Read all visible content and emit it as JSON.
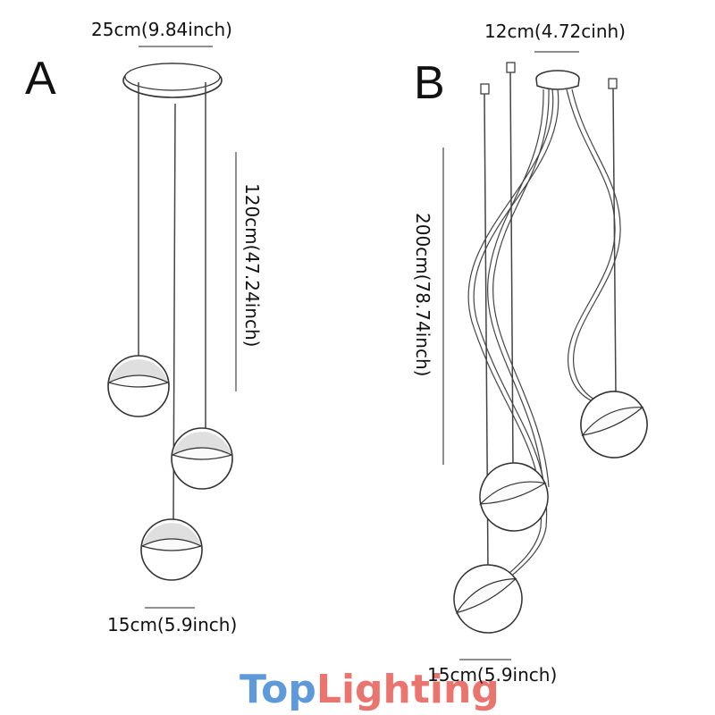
{
  "model_a": {
    "letter": "A",
    "canopy_diameter": "25cm(9.84inch)",
    "cord_length": "120cm(47.24inch)",
    "shade_diameter": "15cm(5.9inch)"
  },
  "model_b": {
    "letter": "B",
    "canopy_diameter": "12cm(4.72cinh)",
    "cord_length": "200cm(78.74inch)",
    "shade_diameter": "15cm(5.9inch)"
  },
  "watermark": {
    "part1": "Top",
    "part2": "Lighting",
    "color1": "#4d8fd6",
    "color2": "#e8665f"
  }
}
